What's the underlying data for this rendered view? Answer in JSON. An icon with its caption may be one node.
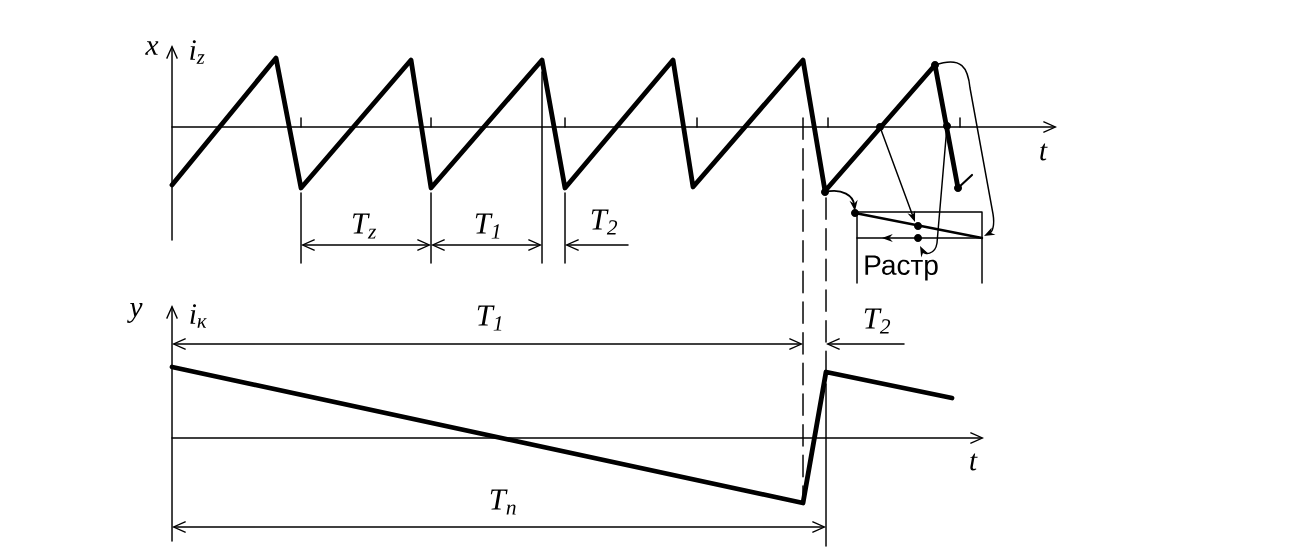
{
  "diagram": {
    "labels": [
      "x",
      "i$_{z}$",
      "t",
      "T$_{z}$",
      "T$_{1}$",
      "T$_{2}$",
      "Растр",
      "y",
      "i$_{к}$",
      "T$_{1}$",
      "T$_{2}$",
      "t",
      "T$_{n}$"
    ]
  }
}
